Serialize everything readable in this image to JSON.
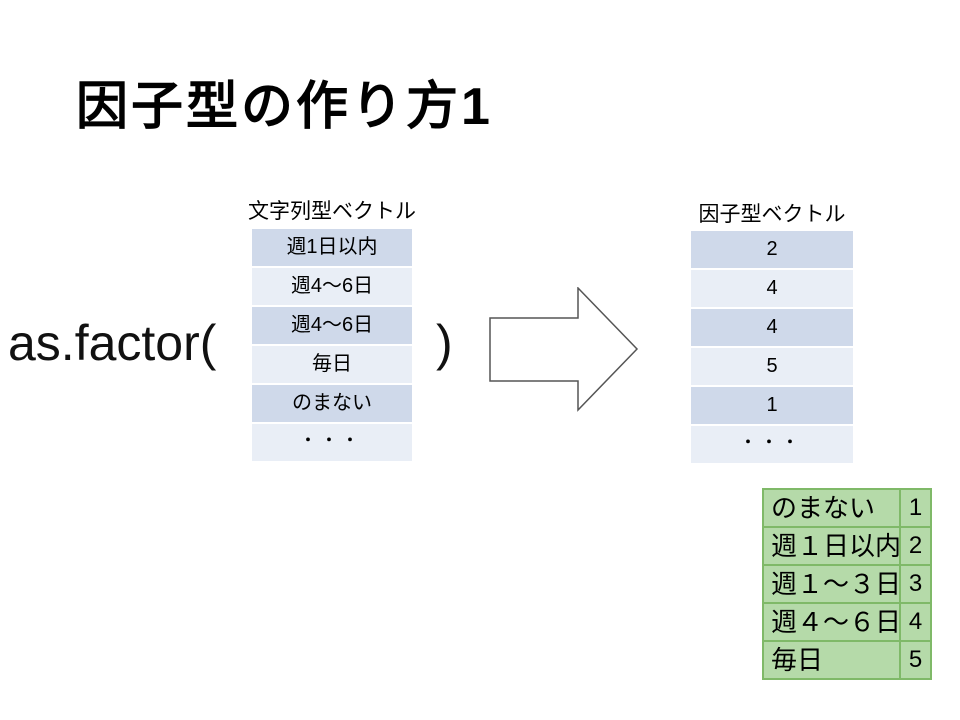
{
  "title": "因子型の作り方1",
  "expression": {
    "prefix": "as.factor(",
    "close_paren": ")"
  },
  "left_table": {
    "label": "文字列型ベクトル",
    "rows": [
      "週1日以内",
      "週4～6日",
      "週4～6日",
      "毎日",
      "のまない",
      "・・・"
    ]
  },
  "right_table": {
    "label": "因子型ベクトル",
    "rows": [
      "2",
      "4",
      "4",
      "5",
      "1",
      "・・・"
    ]
  },
  "arrow": {
    "direction": "right"
  },
  "levels_table": {
    "rows": [
      {
        "label": "のまない",
        "value": "1"
      },
      {
        "label": "週１日以内",
        "value": "2"
      },
      {
        "label": "週１～３日",
        "value": "3"
      },
      {
        "label": "週４～６日",
        "value": "4"
      },
      {
        "label": "毎日",
        "value": "5"
      }
    ]
  },
  "colors": {
    "row_dark": "#cfd9ea",
    "row_light": "#e9eef6",
    "levels_fill": "#b5daa9",
    "levels_border": "#7fb968",
    "arrow_outline": "#555555"
  }
}
